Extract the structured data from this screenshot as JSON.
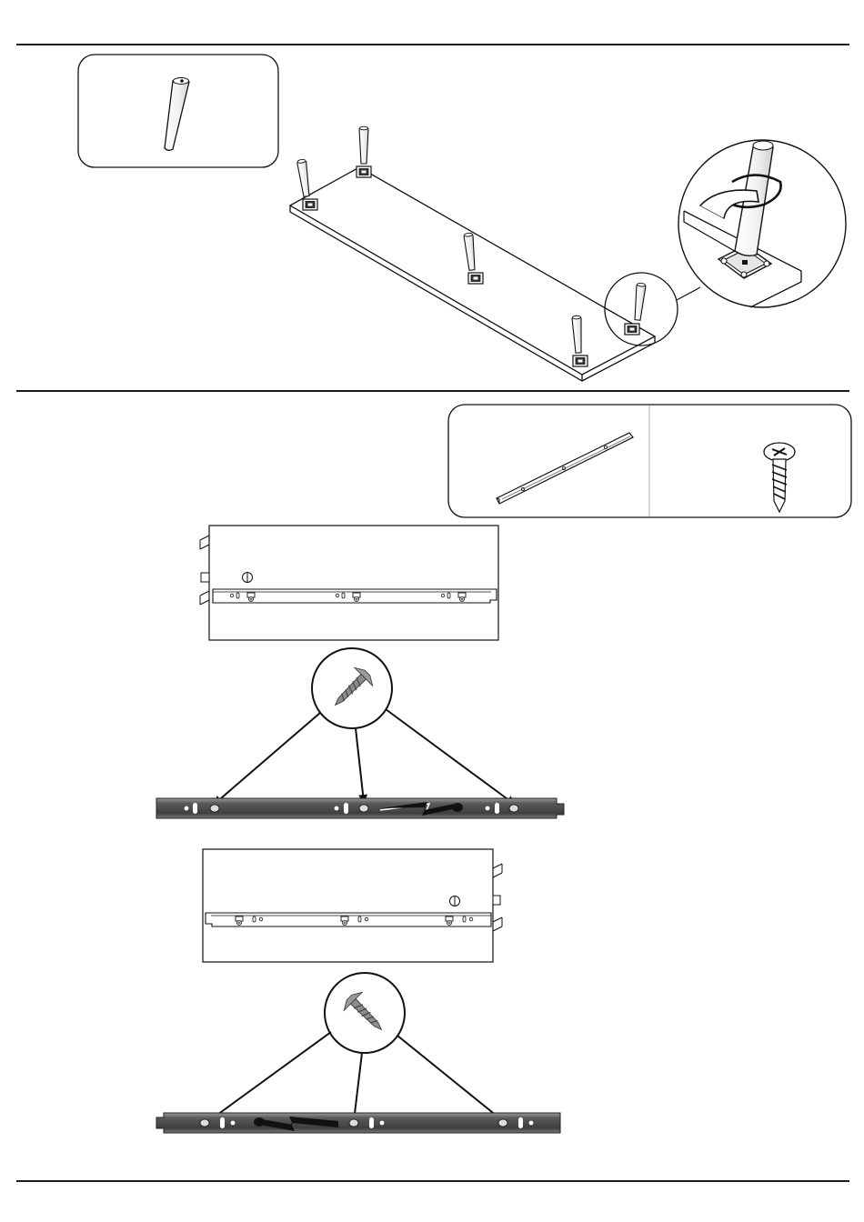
{
  "page": {
    "background": "#ffffff",
    "line_color": "#1a1a1a",
    "rail_dark": "#4a4a4a",
    "rail_mid": "#7a7a7a",
    "screw_gray": "#8a8a8a"
  },
  "step_leg_attachment": {
    "part_box": {
      "icon": "tapered-leg-icon",
      "quantity_label": ""
    },
    "legs_count": 5,
    "detail": {
      "icon": "leg-screw-in-rotation-icon"
    }
  },
  "step_rail_attachment": {
    "part_box": {
      "left_part": {
        "icon": "drawer-rail-icon",
        "quantity_label": ""
      },
      "right_part": {
        "icon": "wood-screw-icon",
        "quantity_label": ""
      }
    },
    "views": [
      {
        "side": "left",
        "screws": 3,
        "direction": "right"
      },
      {
        "side": "right",
        "screws": 3,
        "direction": "left"
      }
    ]
  }
}
